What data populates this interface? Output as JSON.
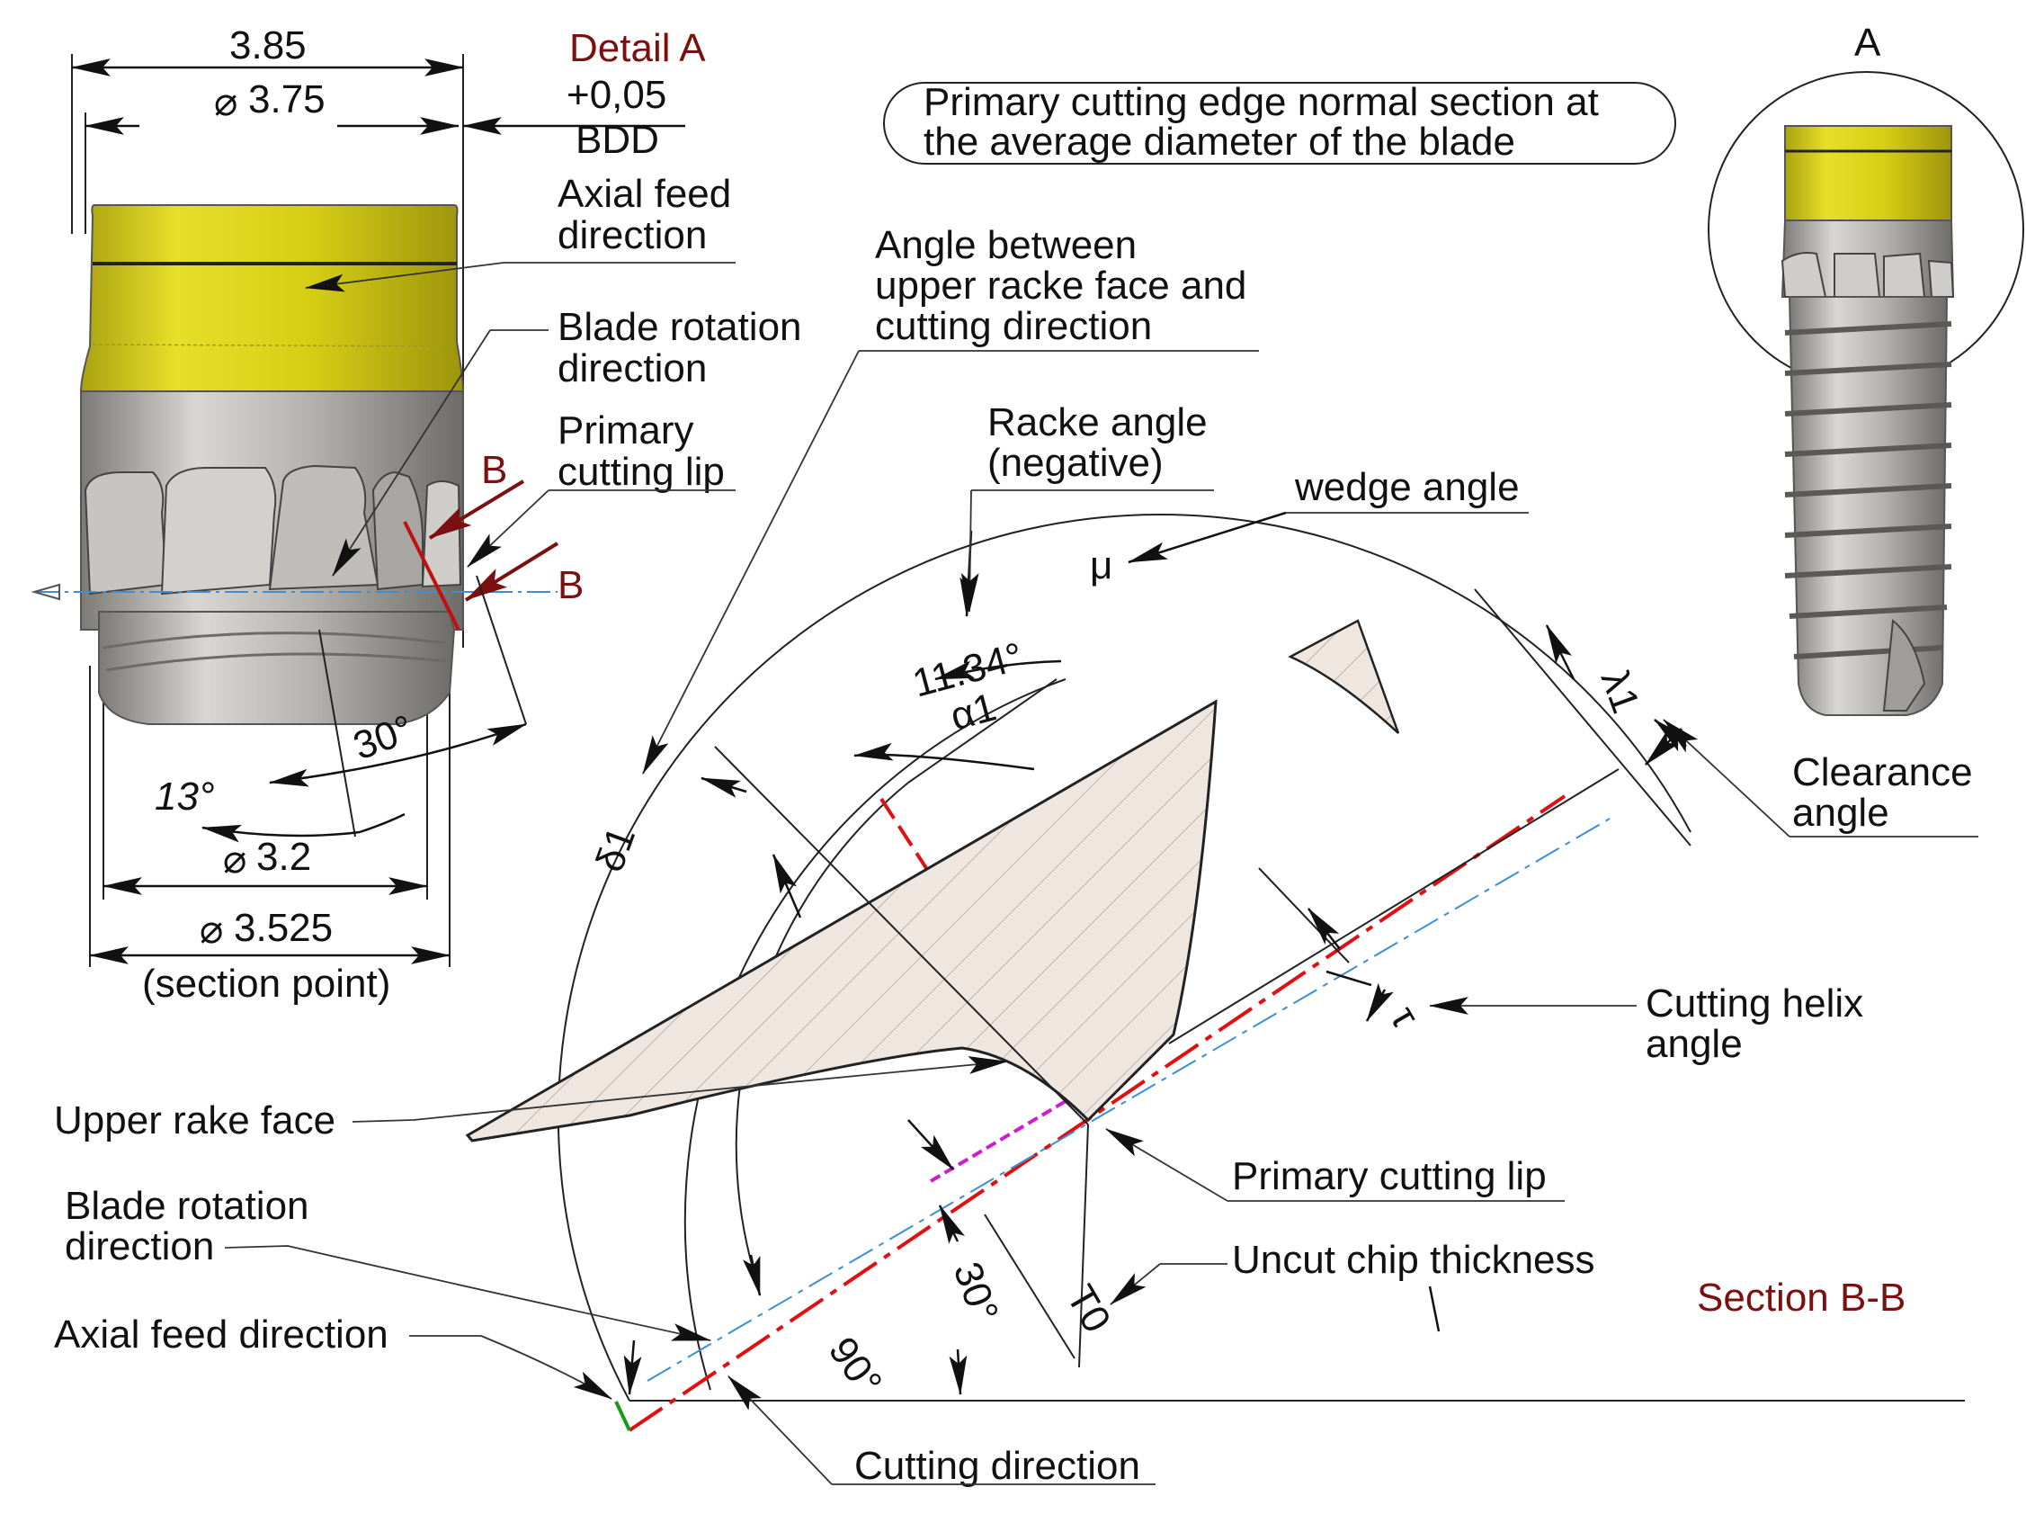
{
  "labels": {
    "dim_385": "3.85",
    "dim_375": "3.75",
    "dim_32": "3.2",
    "dim_3525": "3.525",
    "section_point": "(section point)",
    "detail_a": "Detail A",
    "tol": "+0,05",
    "bdd": "BDD",
    "axial_feed_1": "Axial feed",
    "axial_feed_2": "direction",
    "blade_rot_1": "Blade rotation",
    "blade_rot_2": "direction",
    "primary_lip_1": "Primary",
    "primary_lip_2": "cutting lip",
    "b_upper": "B",
    "b_lower": "B",
    "angle_30_top": "30°",
    "angle_13": "13°",
    "section_note_1": "Primary cutting edge normal section at",
    "section_note_2": "the average diameter of the blade",
    "angle_between_1": "Angle between",
    "angle_between_2": "upper racke face and",
    "angle_between_3": "cutting direction",
    "rake_angle_1": "Racke angle",
    "rake_angle_2": "(negative)",
    "wedge_angle": "wedge angle",
    "mu": "μ",
    "val_1134": "11.34°",
    "alpha1": "α1",
    "delta1": "δ1",
    "lambda1": "λ1",
    "tau": "τ",
    "t0": "T0",
    "angle_30_low": "30°",
    "angle_90": "90°",
    "detail_letter": "A",
    "clearance_1": "Clearance",
    "clearance_2": "angle",
    "cutting_helix_1": "Cutting helix",
    "cutting_helix_2": "angle",
    "upper_rake_face": "Upper rake face",
    "blade_rot_low_1": "Blade rotation",
    "blade_rot_low_2": "direction",
    "axial_feed_low": "Axial feed direction",
    "primary_lip_low": "Primary cutting lip",
    "uncut_chip": "Uncut chip thickness",
    "section_bb": "Section B-B",
    "cutting_direction": "Cutting direction",
    "diameter_symbol": "⌀"
  },
  "colors": {
    "crown_yellow": "#d8cf1a",
    "steel": "#b8b6b2",
    "section_fill": "#efe6df",
    "detail_red": "#7a1010",
    "dash_red": "#e01010",
    "dash_blue": "#3b8fd6",
    "magenta": "#d21ad2"
  }
}
